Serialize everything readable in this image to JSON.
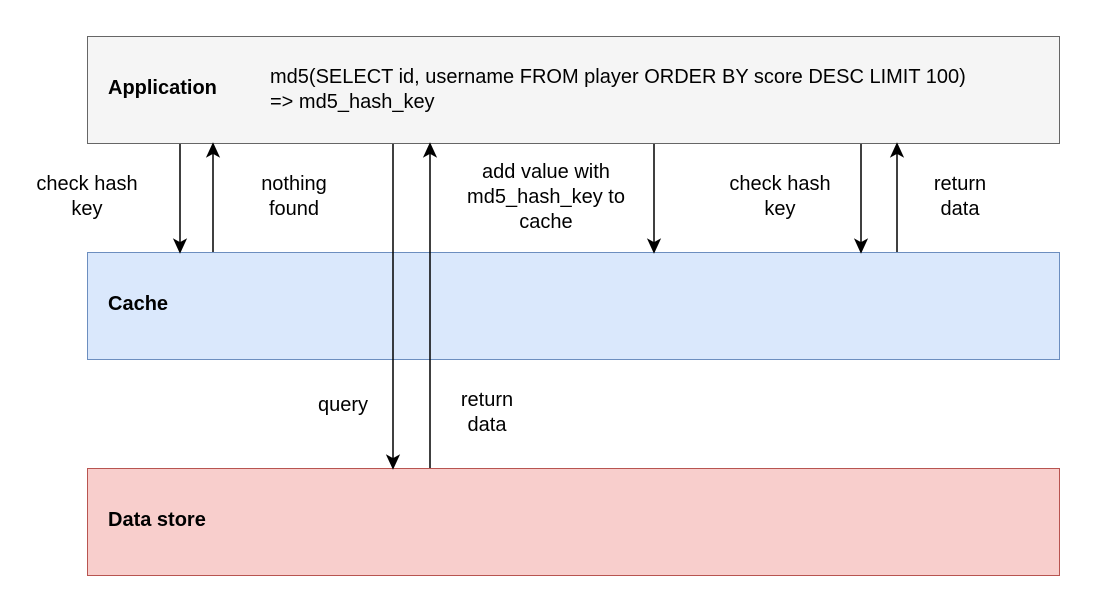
{
  "colors": {
    "application_fill": "#f5f5f5",
    "application_stroke": "#666666",
    "cache_fill": "#dae8fc",
    "cache_stroke": "#6c8ebf",
    "store_fill": "#f8cecc",
    "store_stroke": "#b85450",
    "arrow": "#000000"
  },
  "boxes": {
    "application": {
      "title": "Application",
      "note": "md5(SELECT id, username FROM player ORDER BY score DESC LIMIT 100)\n=> md5_hash_key"
    },
    "cache": {
      "title": "Cache"
    },
    "store": {
      "title": "Data store"
    }
  },
  "labels": {
    "check_key_1": "check hash\nkey",
    "nothing_found": "nothing\nfound",
    "add_value": "add value with\nmd5_hash_key to\ncache",
    "check_key_2": "check hash\nkey",
    "return_data_cache": "return\ndata",
    "query": "query",
    "return_data_store": "return\ndata"
  }
}
